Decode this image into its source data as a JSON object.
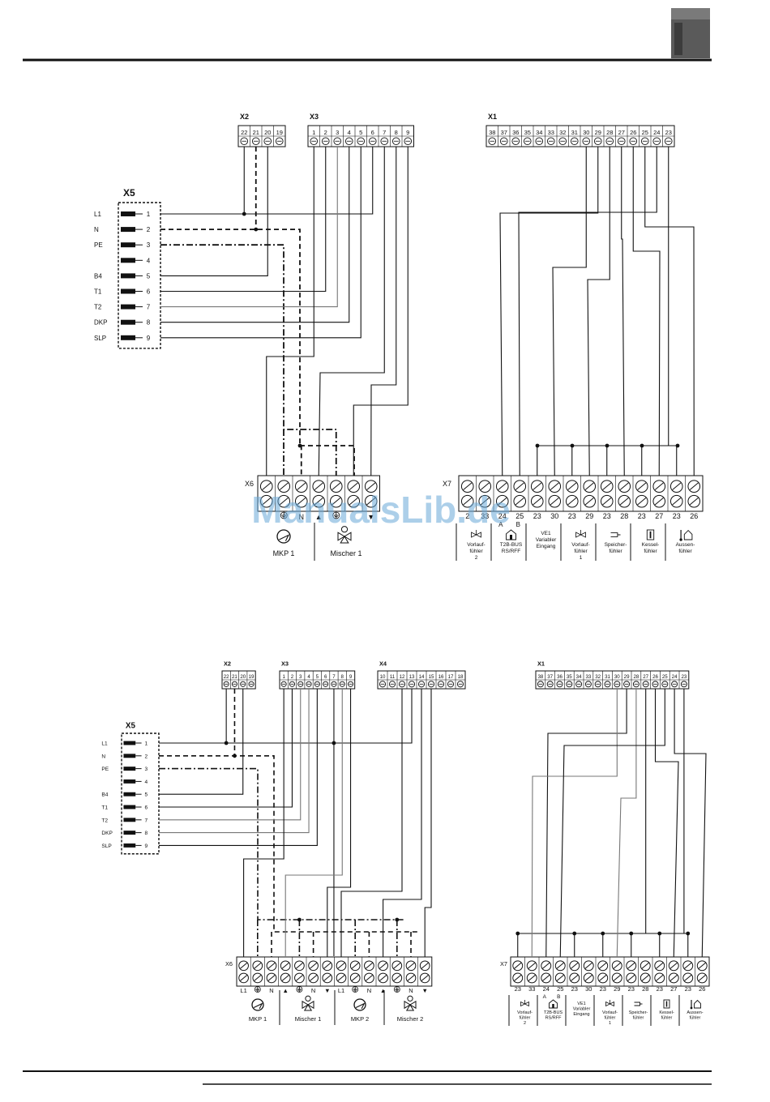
{
  "watermark": "ManualsLib.de",
  "diagram1": {
    "x2": {
      "title": "X2",
      "terminals": [
        "22",
        "21",
        "20",
        "19"
      ]
    },
    "x3": {
      "title": "X3",
      "terminals": [
        "1",
        "2",
        "3",
        "4",
        "5",
        "6",
        "7",
        "8",
        "9"
      ]
    },
    "x1": {
      "title": "X1",
      "terminals": [
        "38",
        "37",
        "36",
        "35",
        "34",
        "33",
        "32",
        "31",
        "30",
        "29",
        "28",
        "27",
        "26",
        "25",
        "24",
        "23"
      ]
    },
    "x5": {
      "title": "X5",
      "rows": [
        {
          "label": "L1",
          "num": "1"
        },
        {
          "label": "N",
          "num": "2"
        },
        {
          "label": "PE",
          "num": "3"
        },
        {
          "label": "",
          "num": "4"
        },
        {
          "label": "B4",
          "num": "5"
        },
        {
          "label": "T1",
          "num": "6"
        },
        {
          "label": "T2",
          "num": "7"
        },
        {
          "label": "DKP",
          "num": "8"
        },
        {
          "label": "SLP",
          "num": "9"
        }
      ]
    },
    "x6": {
      "title": "X6",
      "bottom_labels": [
        "",
        "",
        "N",
        "▲",
        "",
        "",
        "▼"
      ],
      "devices": [
        {
          "name": "MKP 1"
        },
        {
          "name": "Mischer 1"
        }
      ]
    },
    "x7": {
      "title": "X7",
      "numbers": [
        "2",
        "33",
        "24",
        "25",
        "23",
        "30",
        "23",
        "29",
        "23",
        "28",
        "23",
        "27",
        "23",
        "26"
      ],
      "ab": [
        "A",
        "B"
      ],
      "groups": [
        {
          "lines": [
            "Vorlauf-",
            "fühler",
            "2"
          ]
        },
        {
          "lines": [
            "T2B-BUS",
            "RS/RFF"
          ]
        },
        {
          "lines": [
            "VE1",
            "Variabler",
            "Eingang"
          ]
        },
        {
          "lines": [
            "Vorlauf-",
            "fühler",
            "1"
          ]
        },
        {
          "lines": [
            "Speicher-",
            "fühler"
          ]
        },
        {
          "lines": [
            "Kessel-",
            "fühler"
          ]
        },
        {
          "lines": [
            "Aussen-",
            "fühler"
          ]
        }
      ]
    }
  },
  "diagram2": {
    "x2": {
      "title": "X2",
      "terminals": [
        "22",
        "21",
        "20",
        "19"
      ]
    },
    "x3": {
      "title": "X3",
      "terminals": [
        "1",
        "2",
        "3",
        "4",
        "5",
        "6",
        "7",
        "8",
        "9"
      ]
    },
    "x4": {
      "title": "X4",
      "terminals": [
        "10",
        "11",
        "12",
        "13",
        "14",
        "15",
        "16",
        "17",
        "18"
      ]
    },
    "x1": {
      "title": "X1",
      "terminals": [
        "38",
        "37",
        "36",
        "35",
        "34",
        "33",
        "32",
        "31",
        "30",
        "29",
        "28",
        "27",
        "26",
        "25",
        "24",
        "23"
      ]
    },
    "x5": {
      "title": "X5",
      "rows": [
        {
          "label": "L1",
          "num": "1"
        },
        {
          "label": "N",
          "num": "2"
        },
        {
          "label": "PE",
          "num": "3"
        },
        {
          "label": "",
          "num": "4"
        },
        {
          "label": "B4",
          "num": "5"
        },
        {
          "label": "T1",
          "num": "6"
        },
        {
          "label": "T2",
          "num": "7"
        },
        {
          "label": "DKP",
          "num": "8"
        },
        {
          "label": "SLP",
          "num": "9"
        }
      ]
    },
    "x6": {
      "title": "X6",
      "bottom_labels": [
        "L1",
        "",
        "N",
        "▲",
        "",
        "N",
        "▼",
        "L1",
        "",
        "N",
        "▲",
        "",
        "N",
        "▼"
      ],
      "devices": [
        {
          "name": "MKP 1"
        },
        {
          "name": "Mischer 1"
        },
        {
          "name": "MKP 2"
        },
        {
          "name": "Mischer 2"
        }
      ]
    },
    "x7": {
      "title": "X7",
      "numbers": [
        "23",
        "33",
        "24",
        "25",
        "23",
        "30",
        "23",
        "29",
        "23",
        "28",
        "23",
        "27",
        "23",
        "26"
      ],
      "ab": [
        "A",
        "B"
      ],
      "groups": [
        {
          "lines": [
            "Vorlauf-",
            "fühler",
            "2"
          ]
        },
        {
          "lines": [
            "T2B-BUS",
            "RS/RFF"
          ]
        },
        {
          "lines": [
            "VE1",
            "Variabler",
            "Eingang"
          ]
        },
        {
          "lines": [
            "Vorlauf-",
            "fühler",
            "1"
          ]
        },
        {
          "lines": [
            "Speicher-",
            "fühler"
          ]
        },
        {
          "lines": [
            "Kessel-",
            "fühler"
          ]
        },
        {
          "lines": [
            "Aussen-",
            "fühler"
          ]
        }
      ]
    }
  }
}
